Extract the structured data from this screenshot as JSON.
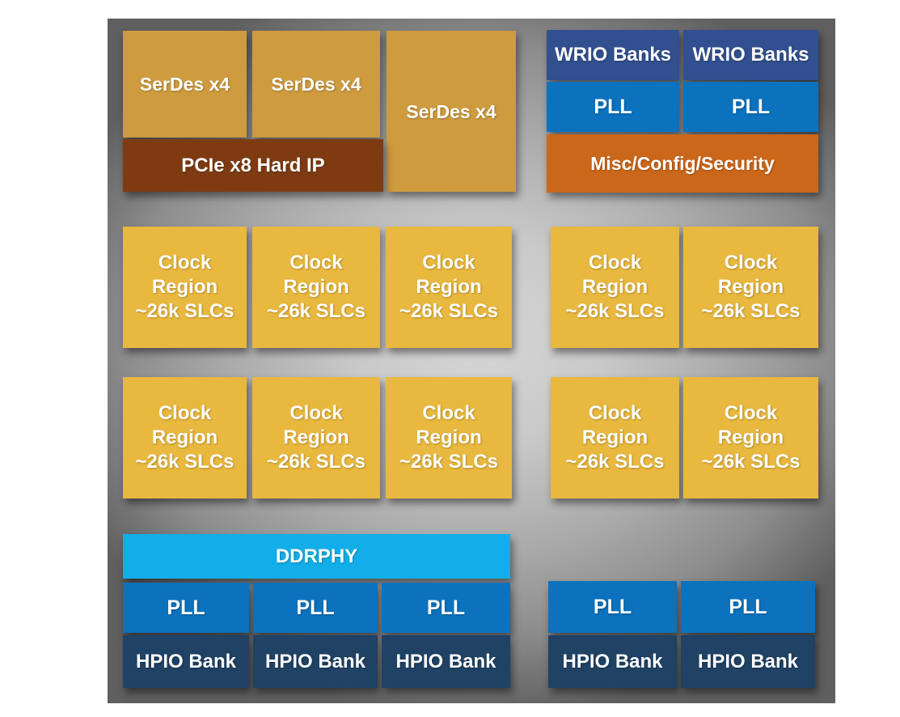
{
  "blocks": {
    "top_left": {
      "serdes": [
        "SerDes x4",
        "SerDes x4",
        "SerDes x4"
      ],
      "pcie": "PCIe x8 Hard IP"
    },
    "top_right": {
      "wrio": [
        "WRIO Banks",
        "WRIO Banks"
      ],
      "pll": [
        "PLL",
        "PLL"
      ],
      "misc": "Misc/Config/Security"
    },
    "clock_region_label": "Clock\nRegion\n~26k SLCs",
    "bottom_left": {
      "ddrphy": "DDRPHY",
      "pll": [
        "PLL",
        "PLL",
        "PLL"
      ],
      "hpio": [
        "HPIO Bank",
        "HPIO Bank",
        "HPIO Bank"
      ]
    },
    "bottom_right": {
      "pll": [
        "PLL",
        "PLL"
      ],
      "hpio": [
        "HPIO Bank",
        "HPIO Bank"
      ]
    }
  },
  "colors": {
    "serdes": "#CE9B3F",
    "pcie": "#7E3B12",
    "clock_region": "#E9B83E",
    "wrio": "#32508F",
    "pll": "#0C72BE",
    "misc": "#CB671B",
    "ddrphy": "#12AEE9",
    "hpio": "#1F4265",
    "panel_center": "#D6D6D6",
    "panel_edge": "#5F5F5F",
    "text": "#FFFFFF"
  }
}
